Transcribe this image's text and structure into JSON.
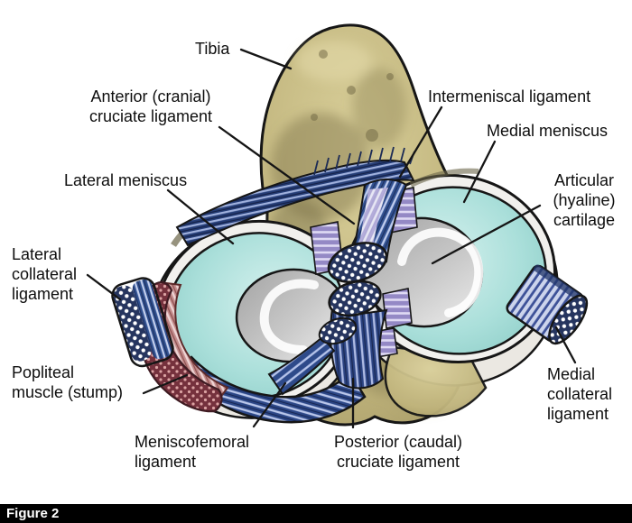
{
  "figure": {
    "caption": "Figure 2"
  },
  "labels": {
    "tibia": {
      "text": "Tibia"
    },
    "acl": {
      "line1": "Anterior (cranial)",
      "line2": "cruciate ligament"
    },
    "intermeniscal": {
      "text": "Intermeniscal ligament"
    },
    "medial_meniscus": {
      "text": "Medial meniscus"
    },
    "lateral_meniscus": {
      "text": "Lateral meniscus"
    },
    "articular": {
      "line1": "Articular",
      "line2": "(hyaline)",
      "line3": "cartilage"
    },
    "lcl": {
      "line1": "Lateral",
      "line2": "collateral",
      "line3": "ligament"
    },
    "popliteal": {
      "line1": "Popliteal",
      "line2": "muscle (stump)"
    },
    "mcl": {
      "line1": "Medial",
      "line2": "collateral",
      "line3": "ligament"
    },
    "meniscofemoral": {
      "line1": "Meniscofemoral",
      "line2": "ligament"
    },
    "pcl": {
      "line1": "Posterior (caudal)",
      "line2": "cruciate ligament"
    }
  },
  "colors": {
    "background": "#ffffff",
    "bone": "#c3b87e",
    "bone_shadow": "#857a4e",
    "meniscus_cyan": "#a9ddd8",
    "cartilage_gray": "#bdbdbd",
    "capsule_white": "#f1f0ed",
    "ligament_blue": "#30508f",
    "ligament_blue_light": "#c0cdef",
    "ligament_purple": "#9489c5",
    "ligament_lavender": "#b3abd9",
    "muscle_red": "#c28b8b",
    "muscle_stump_maroon": "#75313d",
    "cut_face_navy": "#26355f",
    "outline": "#151515",
    "caption_bar": "#000000",
    "caption_text": "#ffffff"
  }
}
